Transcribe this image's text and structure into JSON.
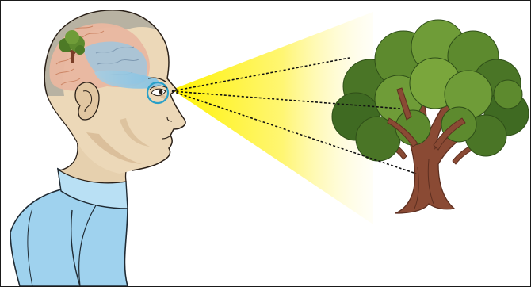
{
  "diagram": {
    "type": "visual-perception-illustration",
    "elements": [
      "human-head-profile",
      "brain-with-tree-image",
      "eye",
      "light-cone",
      "sight-lines",
      "tree"
    ],
    "sight_line_count": 3,
    "colors": {
      "frame": "#1a1a1a",
      "skin": "#ecd8b8",
      "skin_shadow": "#d4b58e",
      "hair": "#b8b2a2",
      "shirt": "#9fd2ee",
      "shirt_outline": "#1f2a33",
      "brain_pink": "#e9b7a0",
      "brain_blue": "#a8c4d8",
      "visual_pathway": "#8ec9e6",
      "eye_ring": "#2aa0c8",
      "light_cone": "#fff000",
      "sight_line": "#111111",
      "foliage_dark": "#3f6a22",
      "foliage": "#5d8a2e",
      "foliage_light": "#7aa63c",
      "trunk": "#8a4a34",
      "trunk_dark": "#5e2f20"
    }
  }
}
